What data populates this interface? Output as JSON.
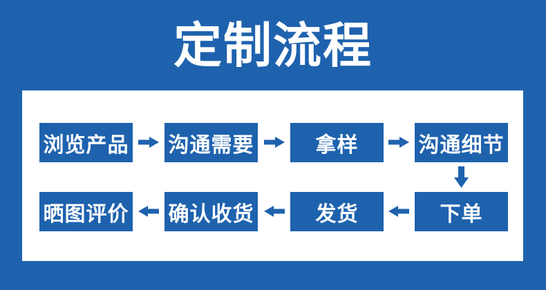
{
  "header": {
    "title": "定制流程"
  },
  "flow": {
    "steps": [
      {
        "id": "browse-products",
        "label": "浏览产品"
      },
      {
        "id": "communicate-needs",
        "label": "沟通需要"
      },
      {
        "id": "get-sample",
        "label": "拿样"
      },
      {
        "id": "discuss-details",
        "label": "沟通细节"
      },
      {
        "id": "place-order",
        "label": "下单"
      },
      {
        "id": "ship-goods",
        "label": "发货"
      },
      {
        "id": "confirm-receipt",
        "label": "确认收货"
      },
      {
        "id": "post-review",
        "label": "晒图评价"
      }
    ]
  },
  "icons": {
    "arrow_right": "arrow-right-icon",
    "arrow_left": "arrow-left-icon",
    "arrow_down": "arrow-down-icon"
  },
  "colors": {
    "primary_blue": "#1e62ae",
    "panel_background": "#ffffff",
    "text_on_blue": "#ffffff"
  }
}
